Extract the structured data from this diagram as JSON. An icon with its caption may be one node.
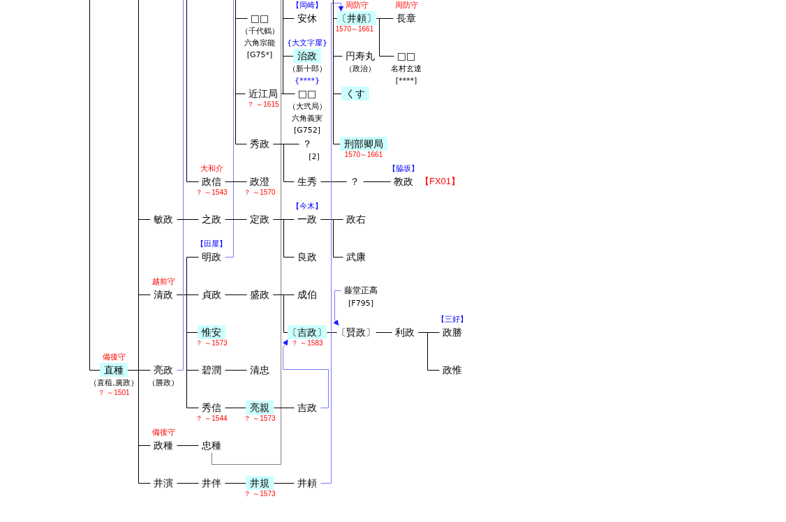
{
  "diagram": {
    "nodes": [
      {
        "text": [
          "□□"
        ],
        "beside": [
          "（千代鶴）",
          "六角宗能",
          "[G75*]"
        ]
      },
      {
        "text": [
          "安休"
        ],
        "beside": [
          "【岡崎】"
        ]
      },
      {
        "text": [
          "〔井頼〕"
        ],
        "beside": [
          "周防守",
          "1570～1661"
        ]
      },
      {
        "text": [
          "長章"
        ],
        "beside": [
          "周防守"
        ]
      },
      {
        "text": [
          "治政"
        ],
        "beside": [
          "{大文字屋}",
          "（新十郎）",
          "{****}"
        ]
      },
      {
        "text": [
          "円寿丸"
        ],
        "beside": [
          "（政治）"
        ]
      },
      {
        "text": [
          "□□"
        ],
        "beside": [
          "名村玄達",
          "[****]"
        ]
      },
      {
        "text": [
          "近江局"
        ],
        "beside": [
          "？ ～1615"
        ]
      },
      {
        "text": [
          "□□"
        ],
        "beside": [
          "（大弐局）",
          "六角義実",
          "[G752]"
        ]
      },
      {
        "text": [
          "くす"
        ]
      },
      {
        "text": [
          "秀政"
        ]
      },
      {
        "text": [
          "？"
        ],
        "beside": [
          "[2]"
        ]
      },
      {
        "text": [
          "刑部卿局"
        ],
        "beside": [
          "1570～1661"
        ]
      },
      {
        "text": [
          "政信"
        ],
        "beside": [
          "大和介",
          "？ ～1543"
        ]
      },
      {
        "text": [
          "政澄"
        ],
        "beside": [
          "？ ～1570"
        ]
      },
      {
        "text": [
          "生秀"
        ]
      },
      {
        "text": [
          "？"
        ]
      },
      {
        "text": [
          "教政"
        ],
        "beside": [
          "【脇坂】",
          "【FX01】"
        ]
      },
      {
        "text": [
          "敏政"
        ]
      },
      {
        "text": [
          "之政"
        ]
      },
      {
        "text": [
          "定政"
        ]
      },
      {
        "text": [
          "一政"
        ],
        "beside": [
          "【今木】"
        ]
      },
      {
        "text": [
          "政右"
        ]
      },
      {
        "text": [
          "明政"
        ],
        "beside": [
          "【田屋】"
        ]
      },
      {
        "text": [
          "良政"
        ]
      },
      {
        "text": [
          "武康"
        ]
      },
      {
        "text": [
          "藤堂正高"
        ],
        "beside": [
          "[F795]"
        ]
      },
      {
        "text": [
          "清政"
        ],
        "beside": [
          "越前守"
        ]
      },
      {
        "text": [
          "貞政"
        ]
      },
      {
        "text": [
          "盛政"
        ]
      },
      {
        "text": [
          "成伯"
        ]
      },
      {
        "text": [
          "惟安"
        ],
        "beside": [
          "？ ～1573"
        ]
      },
      {
        "text": [
          "〔吉政〕"
        ],
        "beside": [
          "？ ～1583"
        ]
      },
      {
        "text": [
          "〔賢政〕"
        ]
      },
      {
        "text": [
          "利政"
        ]
      },
      {
        "text": [
          "政勝"
        ],
        "beside": [
          "【三好】"
        ]
      },
      {
        "text": [
          "直種"
        ],
        "beside": [
          "備後守",
          "（直稙,廣政）",
          "？ ～1501"
        ]
      },
      {
        "text": [
          "亮政"
        ],
        "beside": [
          "（勝政）"
        ]
      },
      {
        "text": [
          "碧潤"
        ]
      },
      {
        "text": [
          "清忠"
        ]
      },
      {
        "text": [
          "政惟"
        ]
      },
      {
        "text": [
          "秀信"
        ],
        "beside": [
          "？ ～1544"
        ]
      },
      {
        "text": [
          "亮親"
        ],
        "beside": [
          "？ ～1573"
        ]
      },
      {
        "text": [
          "吉政"
        ]
      },
      {
        "text": [
          "政種"
        ],
        "beside": [
          "備後守"
        ]
      },
      {
        "text": [
          "忠種"
        ]
      },
      {
        "text": [
          "井演"
        ]
      },
      {
        "text": [
          "井伴"
        ]
      },
      {
        "text": [
          "井規"
        ],
        "beside": [
          "？ ～1573"
        ]
      },
      {
        "text": [
          "井頼"
        ]
      }
    ],
    "edges": [
      {
        "from": null,
        "to": 36,
        "arrow": "none"
      },
      {
        "from": 36,
        "to": null,
        "arrow": "none"
      },
      {
        "from": 36,
        "to": 18,
        "arrow": "none"
      },
      {
        "from": 36,
        "to": 27,
        "arrow": "none"
      },
      {
        "from": 36,
        "to": 37,
        "arrow": "none"
      },
      {
        "from": 36,
        "to": 44,
        "arrow": "none"
      },
      {
        "from": 36,
        "to": 46,
        "arrow": "none"
      },
      {
        "from": null,
        "to": 13,
        "arrow": "none"
      },
      {
        "from": 27,
        "to": 23,
        "arrow": "none"
      },
      {
        "from": 27,
        "to": 28,
        "arrow": "none"
      },
      {
        "from": 27,
        "to": 31,
        "arrow": "none"
      },
      {
        "from": 27,
        "to": 38,
        "arrow": "none"
      },
      {
        "from": 27,
        "to": 41,
        "arrow": "none"
      },
      {
        "from": 37,
        "to": null,
        "arrow": "none",
        "color": "#7878ff"
      },
      {
        "from": 23,
        "to": null,
        "arrow": "none",
        "color": "#7878ff"
      },
      {
        "from": null,
        "to": 0,
        "arrow": "none"
      },
      {
        "from": null,
        "to": 7,
        "arrow": "none"
      },
      {
        "from": null,
        "to": 10,
        "arrow": "none"
      },
      {
        "from": 45,
        "to": null,
        "arrow": "none",
        "color": "#808080"
      },
      {
        "from": 7,
        "to": null,
        "arrow": "none"
      },
      {
        "from": 7,
        "to": 1,
        "arrow": "none"
      },
      {
        "from": 7,
        "to": 4,
        "arrow": "none"
      },
      {
        "from": 7,
        "to": 8,
        "arrow": "none"
      },
      {
        "from": 10,
        "to": 11,
        "arrow": "none"
      },
      {
        "from": 10,
        "to": 15,
        "arrow": "none"
      },
      {
        "from": 13,
        "to": 14,
        "arrow": "none"
      },
      {
        "from": 15,
        "to": 16,
        "arrow": "none"
      },
      {
        "from": 16,
        "to": 17,
        "arrow": "none"
      },
      {
        "from": 18,
        "to": 19,
        "arrow": "none"
      },
      {
        "from": 19,
        "to": 20,
        "arrow": "none"
      },
      {
        "from": 20,
        "to": 21,
        "arrow": "none"
      },
      {
        "from": 20,
        "to": 24,
        "arrow": "none"
      },
      {
        "from": 21,
        "to": 22,
        "arrow": "none"
      },
      {
        "from": 21,
        "to": 25,
        "arrow": "none"
      },
      {
        "from": 28,
        "to": 29,
        "arrow": "none"
      },
      {
        "from": 29,
        "to": 30,
        "arrow": "none"
      },
      {
        "from": 29,
        "to": 32,
        "arrow": "none"
      },
      {
        "from": 32,
        "to": 33,
        "arrow": "none"
      },
      {
        "from": 33,
        "to": 34,
        "arrow": "none"
      },
      {
        "from": 34,
        "to": 35,
        "arrow": "none"
      },
      {
        "from": 34,
        "to": 40,
        "arrow": "none"
      },
      {
        "from": 38,
        "to": 39,
        "arrow": "none"
      },
      {
        "from": 41,
        "to": 42,
        "arrow": "none"
      },
      {
        "from": 42,
        "to": 43,
        "arrow": "none"
      },
      {
        "from": 43,
        "to": 32,
        "arrow": "to",
        "color": "#7878ff"
      },
      {
        "from": 44,
        "to": 45,
        "arrow": "none"
      },
      {
        "from": 46,
        "to": 47,
        "arrow": "none"
      },
      {
        "from": 47,
        "to": 48,
        "arrow": "none"
      },
      {
        "from": 48,
        "to": 49,
        "arrow": "none"
      },
      {
        "from": 49,
        "to": 2,
        "arrow": "to",
        "color": "#7878ff"
      },
      {
        "from": 26,
        "to": 33,
        "arrow": "to",
        "color": "#7878ff"
      },
      {
        "from": null,
        "to": 2,
        "arrow": "none"
      },
      {
        "from": null,
        "to": 5,
        "arrow": "none"
      },
      {
        "from": null,
        "to": 9,
        "arrow": "none"
      },
      {
        "from": null,
        "to": 12,
        "arrow": "none"
      },
      {
        "from": 2,
        "to": 3,
        "arrow": "none"
      },
      {
        "from": 2,
        "to": 6,
        "arrow": "none"
      }
    ]
  }
}
